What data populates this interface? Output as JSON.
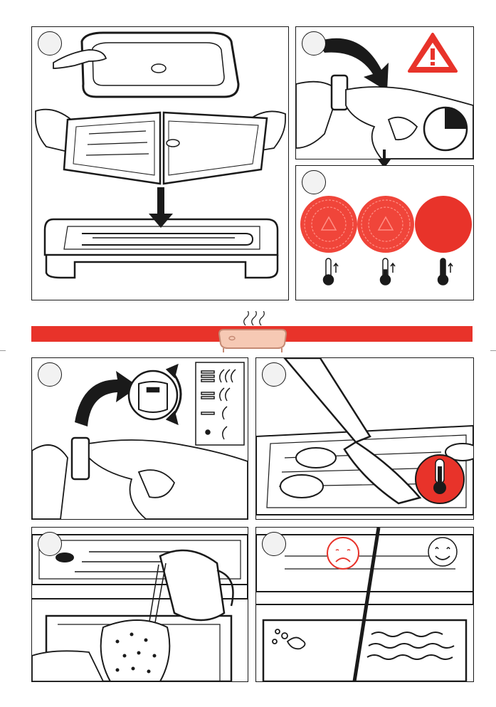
{
  "colors": {
    "accent_red": "#e8332a",
    "ink": "#1a1a1a",
    "panel_bg": "#ffffff",
    "banner_icon_fill": "#f6c9b4"
  },
  "panels": [
    {
      "id": "p1",
      "icons": [
        "drip-tray-icon",
        "hands-icon",
        "grill-plate-icon",
        "down-arrow-icon",
        "heating-element-icon"
      ]
    },
    {
      "id": "p2",
      "icons": [
        "curved-arrow-icon",
        "warning-triangle-icon",
        "timer-icon",
        "hand-icon"
      ]
    },
    {
      "id": "p3",
      "icons": [
        "heat-indicator-low-icon",
        "heat-indicator-mid-icon",
        "heat-indicator-full-icon",
        "thermometer-icon"
      ]
    },
    {
      "id": "p4",
      "icons": [
        "curved-arrow-icon",
        "temperature-dial-icon",
        "heat-level-chart-icon",
        "hand-icon"
      ]
    },
    {
      "id": "p5",
      "icons": [
        "spatula-icon",
        "food-icon",
        "thermometer-icon"
      ]
    },
    {
      "id": "p6",
      "icons": [
        "water-jug-icon",
        "cloth-icon",
        "drip-tray-icon"
      ]
    },
    {
      "id": "p7",
      "icons": [
        "sad-face-icon",
        "happy-face-icon",
        "water-waves-icon"
      ]
    }
  ],
  "heat_levels": [
    "high",
    "medium-high",
    "medium",
    "low"
  ]
}
